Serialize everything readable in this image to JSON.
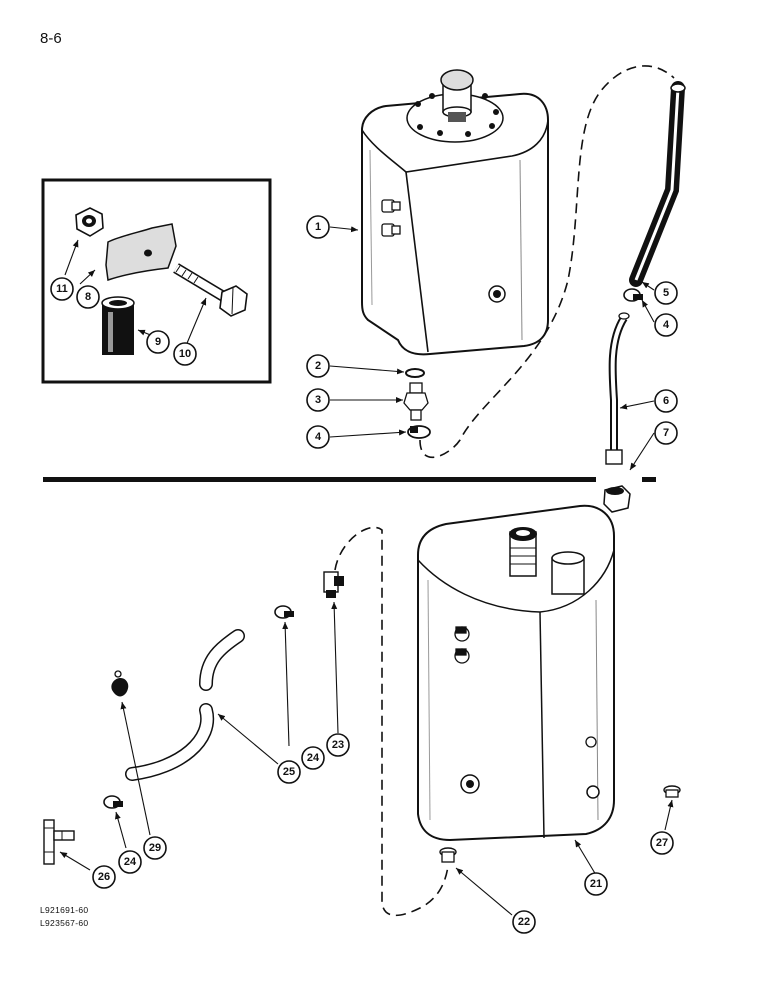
{
  "page": {
    "number": "8-6"
  },
  "references": [
    "L921691-60",
    "L923567-60"
  ],
  "callouts": {
    "c1": "1",
    "c2": "2",
    "c3": "3",
    "c4a": "4",
    "c4b": "4",
    "c5": "5",
    "c6": "6",
    "c7": "7",
    "c8": "8",
    "c9": "9",
    "c10": "10",
    "c11": "11",
    "c21": "21",
    "c22": "22",
    "c23": "23",
    "c24a": "24",
    "c24b": "24",
    "c25": "25",
    "c26": "26",
    "c27": "27",
    "c29": "29"
  }
}
